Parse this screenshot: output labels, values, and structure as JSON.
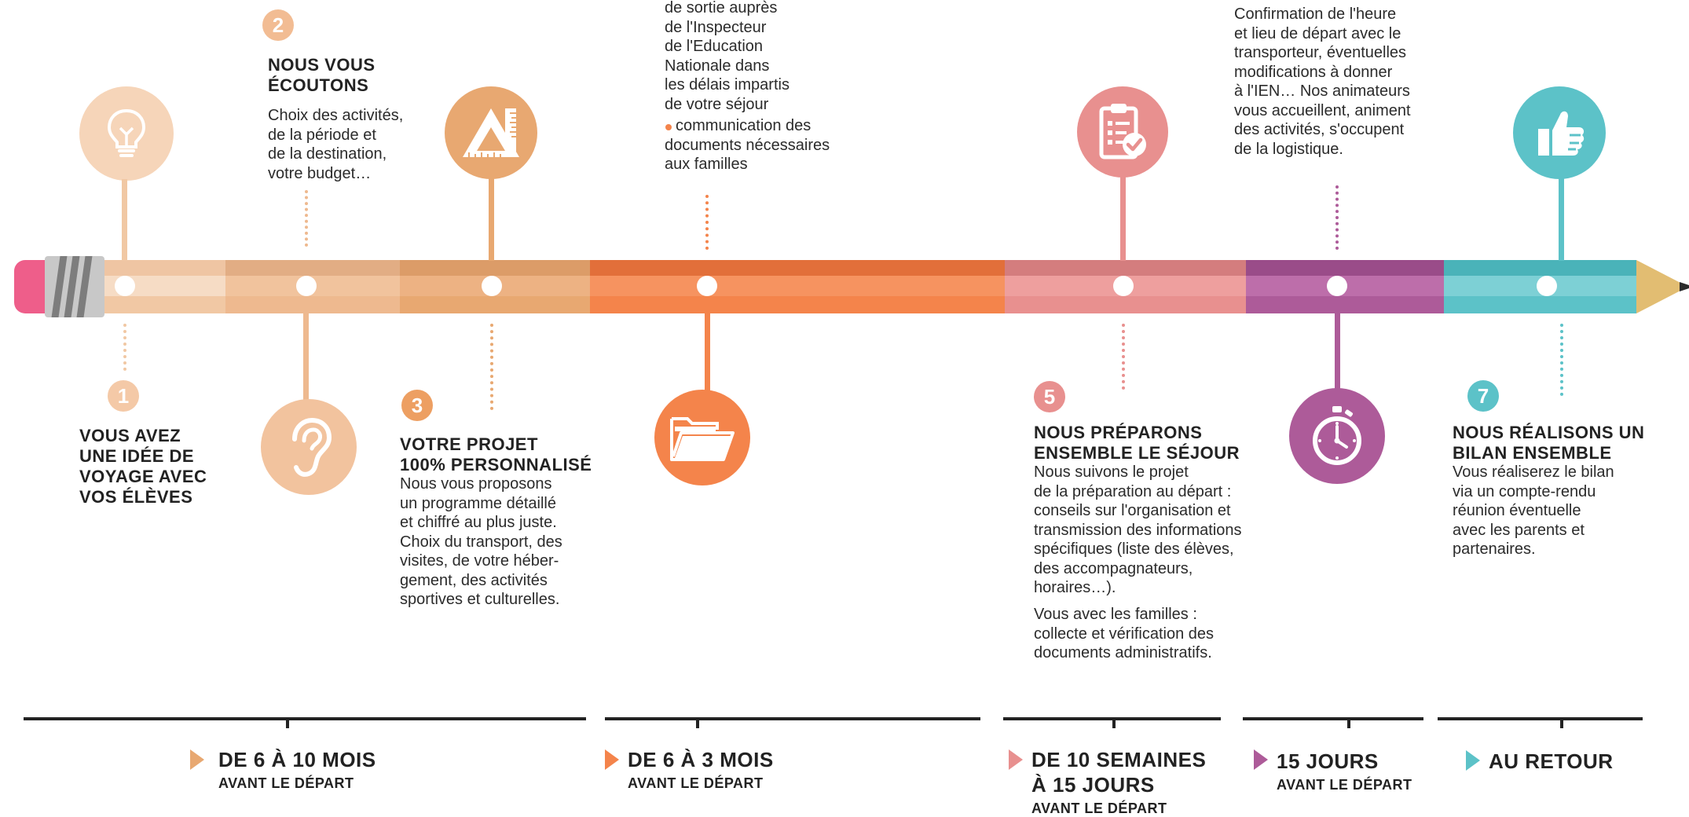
{
  "colors": {
    "peach_light": "#f1c8a4",
    "peach": "#eeb98f",
    "tan": "#e8a871",
    "orange": "#f4844b",
    "pink": "#e8908f",
    "purple": "#ad5b99",
    "teal": "#5cc2c8",
    "eraser": "#ee5e8a",
    "ferrule": "#bdbdbd"
  },
  "steps": {
    "s1": {
      "number": "1",
      "title": "VOUS AVEZ\nUNE IDÉE DE\nVOYAGE AVEC\nVOS ÉLÈVES",
      "icon": "lightbulb-icon"
    },
    "s2": {
      "number": "2",
      "title": "NOUS VOUS\nÉCOUTONS",
      "text": "Choix des activités,\nde la période et\nde la destination,\nvotre budget…",
      "icon": "ear-icon"
    },
    "s3": {
      "number": "3",
      "title": "VOTRE PROJET\n100% PERSONNALISÉ",
      "text": "Nous vous proposons\nun programme détaillé\net chiffré au plus juste.\nChoix du transport, des\nvisites, de votre héber-\ngement, des activités\nsportives et culturelles.",
      "icon": "ruler-triangle-icon"
    },
    "s4": {
      "text": "de sortie auprès\nde l'Inspecteur\nde l'Education\nNationale dans\nles délais impartis\nde votre séjour",
      "bullet": "communication des\ndocuments nécessaires\naux familles",
      "icon": "folder-icon"
    },
    "s5": {
      "number": "5",
      "title": "NOUS PRÉPARONS\nENSEMBLE LE SÉJOUR",
      "text": "Nous suivons le projet\nde la préparation au départ :\nconseils sur l'organisation et\ntransmission des informations\nspécifiques (liste des élèves,\ndes accompagnateurs,\nhoraires…).",
      "text2": "Vous avec les familles :\ncollecte et vérification des\ndocuments administratifs.",
      "icon": "clipboard-check-icon"
    },
    "s6": {
      "text": "Confirmation de l'heure\net lieu de départ avec le\ntransporteur, éventuelles\nmodifications à donner\nà l'IEN… Nos animateurs\nvous accueillent, animent\ndes activités, s'occupent\nde la logistique.",
      "icon": "stopwatch-icon"
    },
    "s7": {
      "number": "7",
      "title": "NOUS RÉALISONS UN\nBILAN ENSEMBLE",
      "text": "Vous réaliserez le bilan\nvia un compte-rendu\nréunion éventuelle\navec les parents et\npartenaires.",
      "icon": "thumbs-up-icon"
    }
  },
  "timeline": [
    {
      "big": "DE 6 À 10 MOIS",
      "small": "AVANT LE DÉPART",
      "color": "#e8a871"
    },
    {
      "big": "DE 6 À 3 MOIS",
      "small": "AVANT LE DÉPART",
      "color": "#f4844b"
    },
    {
      "big": "DE 10 SEMAINES\nÀ 15 JOURS",
      "small": "AVANT LE DÉPART",
      "color": "#e8908f"
    },
    {
      "big": "15 JOURS",
      "small": "AVANT LE DÉPART",
      "color": "#ad5b99"
    },
    {
      "big": "AU RETOUR",
      "small": "",
      "color": "#5cc2c8"
    }
  ]
}
